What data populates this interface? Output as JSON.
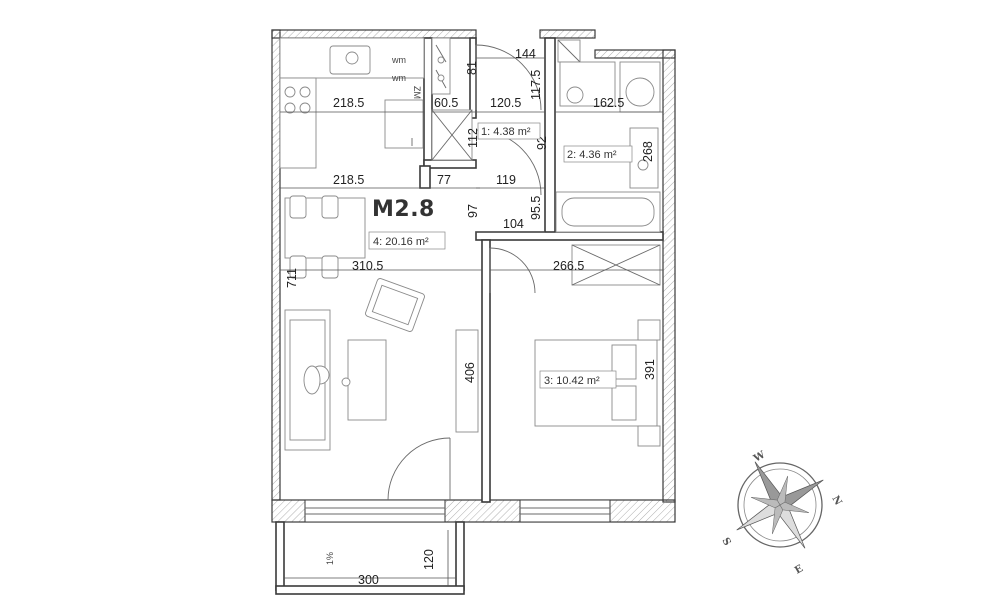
{
  "unit_label": "M2.8",
  "rooms": [
    {
      "id": "1",
      "area_label": "1: 4.38 m²"
    },
    {
      "id": "2",
      "area_label": "2: 4.36 m²"
    },
    {
      "id": "3",
      "area_label": "3: 10.42 m²"
    },
    {
      "id": "4",
      "area_label": "4: 20.16 m²"
    }
  ],
  "appliance_labels": [
    "wm",
    "wm",
    "ZM"
  ],
  "dimensions": {
    "d_144": "144",
    "d_81": "81",
    "d_117_5": "117.5",
    "d_218_5_top": "218.5",
    "d_60_5": "60.5",
    "d_120_5": "120.5",
    "d_162_5": "162.5",
    "d_112": "112",
    "d_92": "92",
    "d_268": "268",
    "d_218_5_mid": "218.5",
    "d_77": "77",
    "d_119": "119",
    "d_97": "97",
    "d_95_5": "95.5",
    "d_104": "104",
    "d_711": "711",
    "d_310_5": "310.5",
    "d_266_5": "266.5",
    "d_406": "406",
    "d_391": "391",
    "d_120_balcony": "120",
    "d_300": "300"
  },
  "balcony_slope": "1%",
  "compass": {
    "n": "N",
    "e": "E",
    "s": "S",
    "w": "W"
  }
}
